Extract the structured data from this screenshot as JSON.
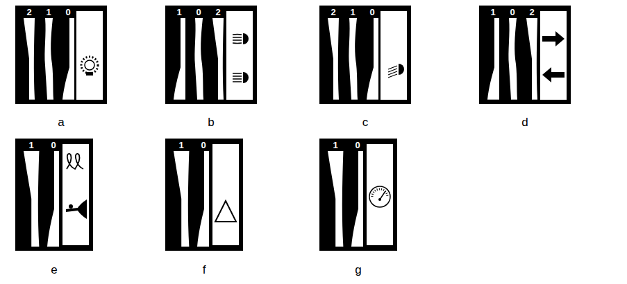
{
  "diagram": {
    "labels": [
      "2",
      "1",
      "0",
      "a",
      "1",
      "0",
      "2",
      "b",
      "2",
      "1",
      "0",
      "c",
      "1",
      "0",
      "2",
      "d",
      "1",
      "0",
      "e",
      "1",
      "0",
      "f",
      "1",
      "0",
      "g"
    ]
  }
}
